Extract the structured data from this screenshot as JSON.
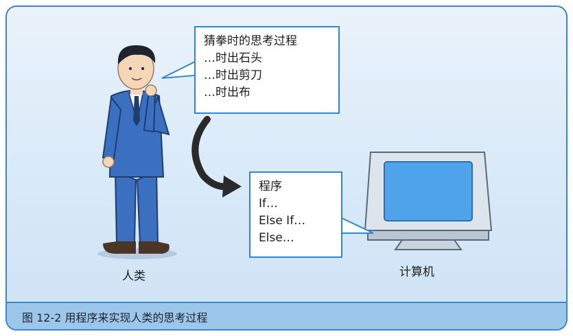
{
  "bubble_top": {
    "title": "猜拳时的思考过程",
    "lines": [
      "…时出石头",
      "…时出剪刀",
      "…时出布"
    ]
  },
  "bubble_bottom": {
    "title": "程序",
    "lines": [
      "If…",
      "Else If…",
      "Else…"
    ]
  },
  "labels": {
    "person": "人类",
    "computer": "计算机"
  },
  "caption": "图 12-2   用程序来实现人类的思考过程",
  "colors": {
    "frame_border": "#3a86c8",
    "caption_bar": "#9cc6ea",
    "bubble_border": "#2f86d6",
    "screen": "#4fa3ea",
    "suit": "#3b6fbf"
  }
}
